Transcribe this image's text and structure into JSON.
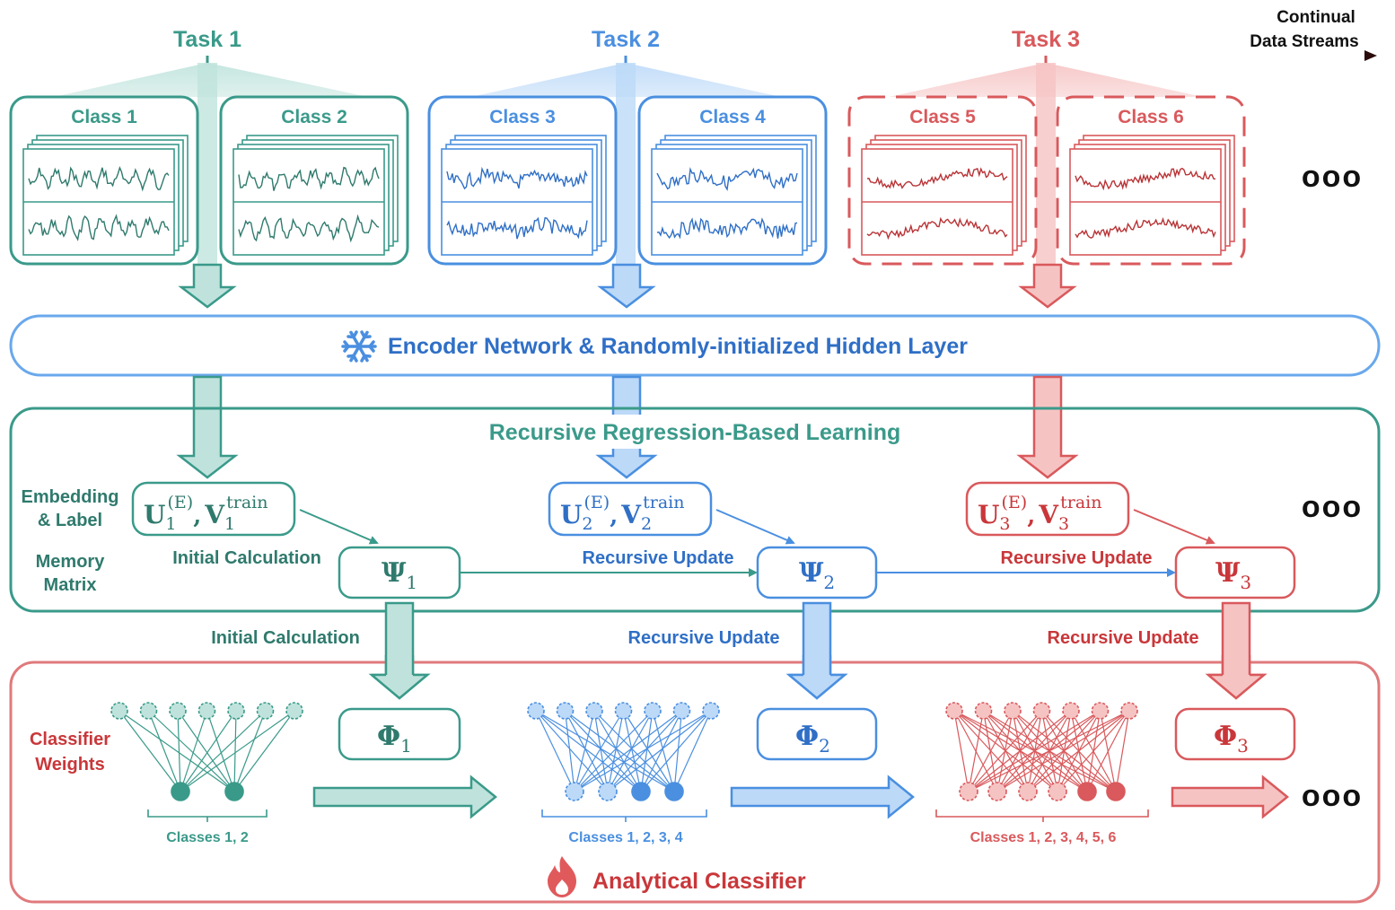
{
  "stream": {
    "label_line1": "Continual",
    "label_line2": "Data Streams"
  },
  "tasks": [
    {
      "label": "Task 1",
      "color": "#3a9a8a",
      "classes": [
        "Class 1",
        "Class 2"
      ],
      "style": "solid"
    },
    {
      "label": "Task 2",
      "color": "#4a8fe0",
      "classes": [
        "Class 3",
        "Class 4"
      ],
      "style": "solid"
    },
    {
      "label": "Task 3",
      "color": "#d9595c",
      "classes": [
        "Class 5",
        "Class 6"
      ],
      "style": "dashed"
    }
  ],
  "encoder": {
    "label": "Encoder Network & Randomly-initialized Hidden Layer",
    "icon": "snowflake-icon"
  },
  "regression": {
    "title": "Recursive Regression-Based Learning",
    "embedding_label": [
      "Embedding",
      "& Label"
    ],
    "memory_label": [
      "Memory",
      "Matrix"
    ],
    "initial_calc": "Initial Calculation",
    "recursive_update": "Recursive Update",
    "embeddings": [
      {
        "U": "U",
        "sub": "1",
        "sup": "(E)",
        "V": "V",
        "vsub": "1",
        "vsup": "train"
      },
      {
        "U": "U",
        "sub": "2",
        "sup": "(E)",
        "V": "V",
        "vsub": "2",
        "vsup": "train"
      },
      {
        "U": "U",
        "sub": "3",
        "sup": "(E)",
        "V": "V",
        "vsub": "3",
        "vsup": "train"
      }
    ],
    "psi": [
      {
        "sym": "Ψ",
        "sub": "1"
      },
      {
        "sym": "Ψ",
        "sub": "2"
      },
      {
        "sym": "Ψ",
        "sub": "3"
      }
    ]
  },
  "between": {
    "labels": [
      "Initial Calculation",
      "Recursive Update",
      "Recursive Update"
    ]
  },
  "classifier": {
    "title": "Analytical Classifier",
    "icon": "flame-icon",
    "weights_label": [
      "Classifier",
      "Weights"
    ],
    "phi": [
      {
        "sym": "Φ",
        "sub": "1"
      },
      {
        "sym": "Φ",
        "sub": "2"
      },
      {
        "sym": "Φ",
        "sub": "3"
      }
    ],
    "class_groups": [
      "Classes 1, 2",
      "Classes 1, 2, 3, 4",
      "Classes 1, 2, 3, 4, 5, 6"
    ]
  },
  "ellipsis": "ooo",
  "colors": {
    "teal": "#3a9a8a",
    "teal_light": "#bfe3dc",
    "blue": "#4a8fe0",
    "blue_light": "#bcd9f8",
    "red": "#d9595c",
    "red_light": "#f6c3c3",
    "dark_red_text": "#c9373a"
  }
}
